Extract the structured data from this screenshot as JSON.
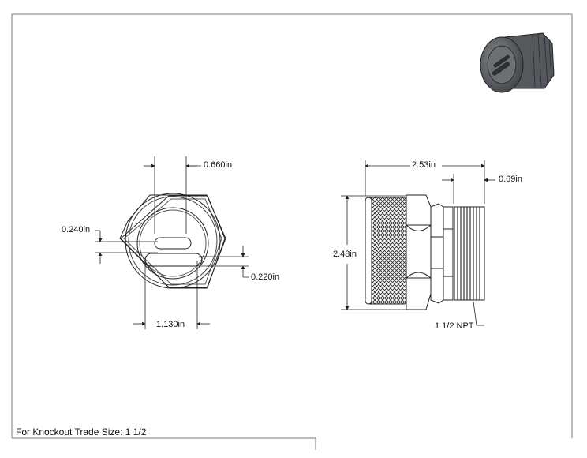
{
  "dimensions": {
    "slot_spacing": "0.660in",
    "slot_height": "0.240in",
    "slot_gap": "0.220in",
    "slot_width": "1.130in",
    "overall_length": "2.53in",
    "thread_length": "0.69in",
    "overall_height": "2.48in",
    "thread_spec": "1 1/2 NPT"
  },
  "footer": {
    "note": "For Knockout Trade Size: 1 1/2"
  },
  "colors": {
    "line": "#222222",
    "frame": "#777777",
    "preview_dark": "#4a4d52"
  }
}
